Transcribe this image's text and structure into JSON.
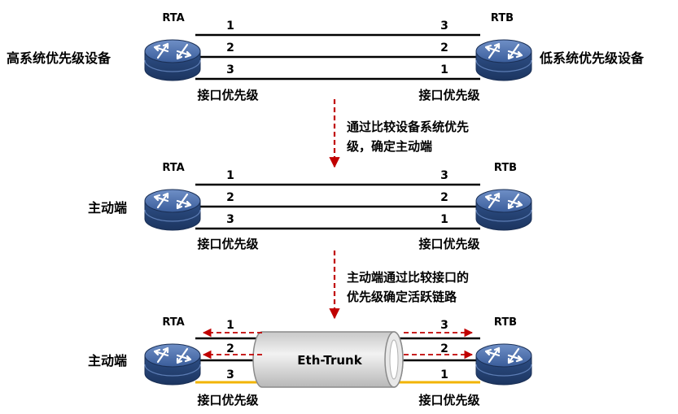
{
  "colors": {
    "router_top": "#3f63a0",
    "router_side": "#23406f",
    "link": "#000000",
    "standby_link": "#f2b400",
    "arrow": "#c00000",
    "trunk_fill": "#d6d6d6",
    "trunk_stroke": "#8a8a8a"
  },
  "icons": {
    "router": "router-icon",
    "flow_arrow": "arrow-down-icon",
    "traffic_arrow": "dashed-arrow-icon"
  },
  "rows": [
    {
      "rta_name": "RTA",
      "rtb_name": "RTB",
      "left_label": "高系统优先级设备",
      "right_label": "低系统优先级设备",
      "left_port_label": "接口优先级",
      "right_port_label": "接口优先级",
      "left_numbers": [
        "1",
        "2",
        "3"
      ],
      "right_numbers": [
        "3",
        "2",
        "1"
      ]
    },
    {
      "rta_name": "RTA",
      "rtb_name": "RTB",
      "left_label": "主动端",
      "right_label": "",
      "left_port_label": "接口优先级",
      "right_port_label": "接口优先级",
      "left_numbers": [
        "1",
        "2",
        "3"
      ],
      "right_numbers": [
        "3",
        "2",
        "1"
      ]
    },
    {
      "rta_name": "RTA",
      "rtb_name": "RTB",
      "left_label": "主动端",
      "right_label": "",
      "left_port_label": "接口优先级",
      "right_port_label": "接口优先级",
      "left_numbers": [
        "1",
        "2",
        "3"
      ],
      "right_numbers": [
        "3",
        "2",
        "1"
      ],
      "trunk_label": "Eth-Trunk",
      "active_links": [
        1,
        2
      ],
      "standby_links": [
        3
      ]
    }
  ],
  "steps": [
    {
      "line1": "通过比较设备系统优先",
      "line2": "级，确定主动端"
    },
    {
      "line1": "主动端通过比较接口的",
      "line2": "优先级确定活跃链路"
    }
  ]
}
